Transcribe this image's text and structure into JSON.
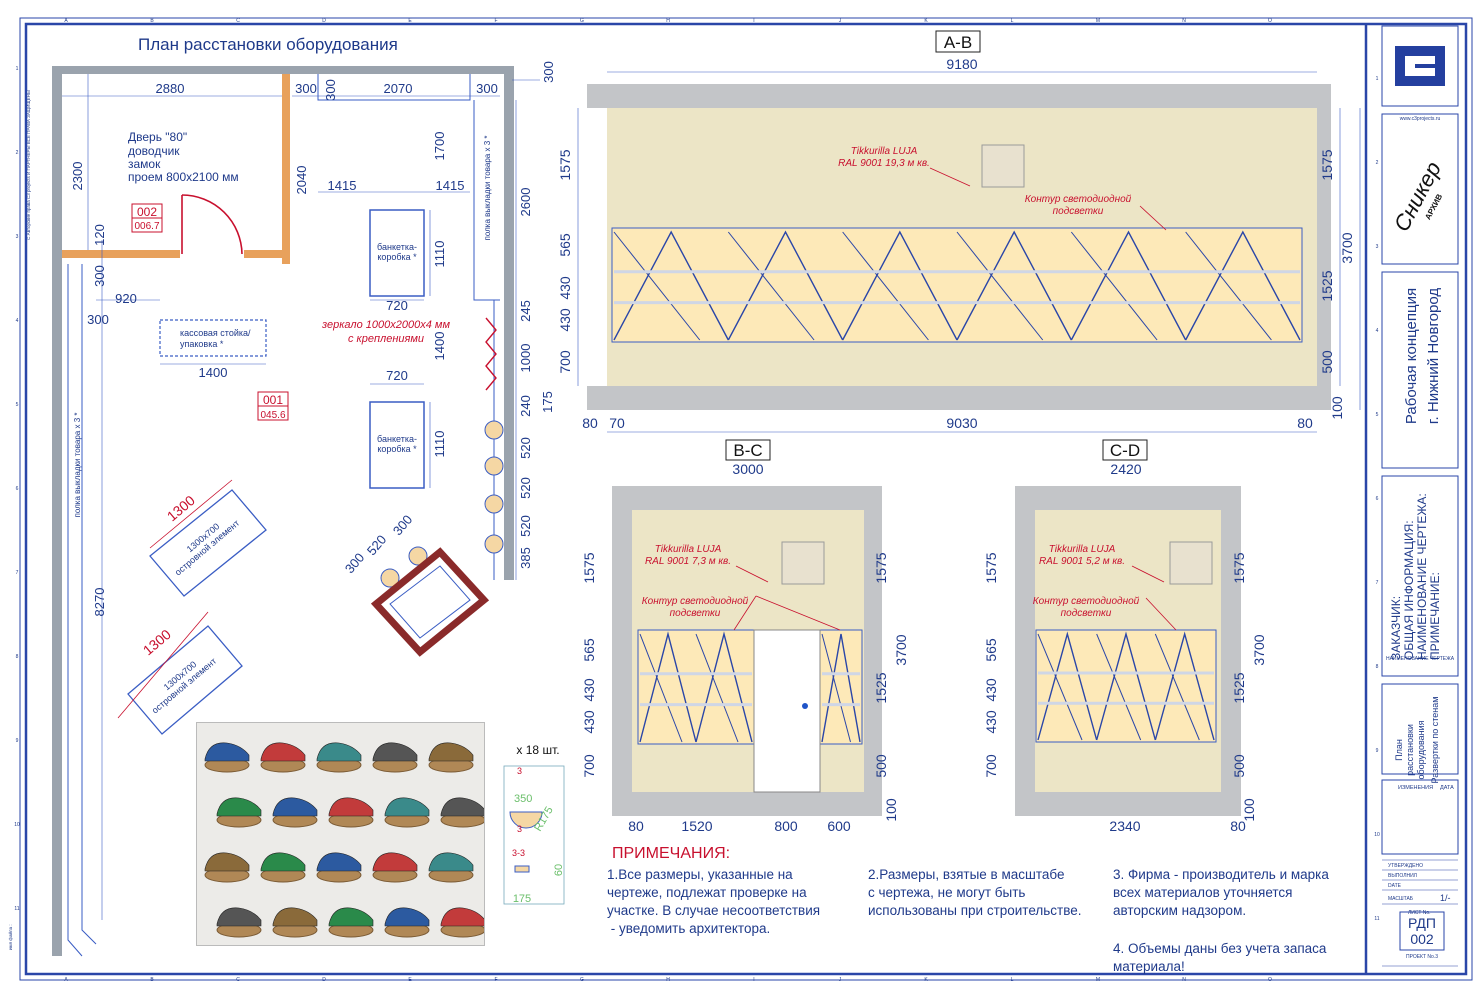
{
  "plan": {
    "title": "План расстановки оборудования",
    "dims": {
      "d2880": "2880",
      "d300a": "300",
      "d300b": "300",
      "d2070": "2070",
      "d300c": "300",
      "d300d": "300",
      "d2300": "2300",
      "d1700": "1700",
      "d2040": "2040",
      "d1415a": "1415",
      "d1415b": "1415",
      "d2600": "2600",
      "d120": "120",
      "d300e": "300",
      "d920": "920",
      "d300f": "300",
      "d720a": "720",
      "d1110a": "1110",
      "d245": "245",
      "d1400v": "1400",
      "d1000": "1000",
      "d1400h": "1400",
      "d720b": "720",
      "d175": "175",
      "d240": "240",
      "d1110b": "1110",
      "d520a": "520",
      "d520b": "520",
      "d520c": "520",
      "d385": "385",
      "d300g": "300",
      "d520d": "520",
      "d300h": "300",
      "d8270": "8270",
      "d1300a": "1300",
      "d1300b": "1300"
    },
    "door_text": [
      "Дверь \"80\"",
      "доводчик",
      "замок",
      "проем 800х2100 мм"
    ],
    "room_002": {
      "num": "002",
      "area": "006.7"
    },
    "room_001": {
      "num": "001",
      "area": "045.6"
    },
    "cashier": [
      "кассовая стойка/",
      "упаковка *"
    ],
    "bench_a": [
      "банкетка-",
      "коробка *"
    ],
    "bench_b": [
      "банкетка-",
      "коробка *"
    ],
    "mirror": [
      "зеркало 1000х2000х4  мм",
      "с  креплениями"
    ],
    "shelf_right": "полка выкладки товара х 3 *",
    "shelf_left": "полка выкладки товара х 3 *",
    "island_a": [
      "1300х700",
      "островной элемент"
    ],
    "island_b": [
      "1300х700",
      "островной элемент"
    ]
  },
  "shelf_detail": {
    "count": "х 18 шт.",
    "d350": "350",
    "r175": "R175",
    "d60": "60",
    "d175": "175",
    "sec_a": "3",
    "sec_b": "3",
    "sec_c": "3-3"
  },
  "elev_ab": {
    "label": "A-B",
    "d9180": "9180",
    "d1575l": "1575",
    "d565": "565",
    "d430a": "430",
    "d430b": "430",
    "d700": "700",
    "d1575r": "1575",
    "d3700": "3700",
    "d1525": "1525",
    "d500": "500",
    "d100": "100",
    "d80a": "80",
    "d70": "70",
    "d9030": "9030",
    "d80b": "80",
    "paint": [
      "Tikkurilla LUJA",
      "RAL 9001 19,3 м кв."
    ],
    "led": [
      "Контур светодиодной",
      "подсветки"
    ]
  },
  "elev_bc": {
    "label": "B-C",
    "d3000": "3000",
    "d1575l": "1575",
    "d565": "565",
    "d430a": "430",
    "d430b": "430",
    "d700": "700",
    "d1575r": "1575",
    "d3700": "3700",
    "d1525": "1525",
    "d500": "500",
    "d100": "100",
    "d80": "80",
    "d1520": "1520",
    "d800": "800",
    "d600": "600",
    "paint": [
      "Tikkurilla LUJA",
      "RAL 9001 7,3 м кв."
    ],
    "led": [
      "Контур светодиодной",
      "подсветки"
    ]
  },
  "elev_cd": {
    "label": "C-D",
    "d2420": "2420",
    "d1575l": "1575",
    "d565": "565",
    "d430a": "430",
    "d430b": "430",
    "d700": "700",
    "d1575r": "1575",
    "d3700": "3700",
    "d1525": "1525",
    "d500": "500",
    "d100": "100",
    "d2340": "2340",
    "d80": "80",
    "paint": [
      "Tikkurilla LUJA",
      "RAL 9001 5,2 м кв."
    ],
    "led": [
      "Контур светодиодной",
      "подсветки"
    ]
  },
  "notes": {
    "heading": "ПРИМЕЧАНИЯ:",
    "n1": [
      "1.Все размеры, указанные на",
      "чертеже, подлежат проверке на",
      "участке. В случае несоответствия",
      " - уведомить архитектора."
    ],
    "n2": [
      "2.Размеры, взятые в масштабе",
      "с  чертежа, не могут быть",
      "использованы при строительстве."
    ],
    "n3": [
      "3. Фирма - производитель и марка",
      "всех материалов уточняется",
      "авторским надзором."
    ],
    "n4": [
      "4. Объемы даны без учета запаса",
      "материала!"
    ]
  },
  "title_block": {
    "brand": "Сникер",
    "brand_sub": "АРХИВ",
    "site": "www.c3projects.ru",
    "project_title": [
      "Рабочая концепция",
      "г. Нижний Новгород"
    ],
    "info": [
      "ЗАКАЗЧИК:",
      "ОБЩАЯ ИНФОРМАЦИЯ:",
      "НАИМЕНОВАНИЕ ЧЕРТЕЖА:",
      "ПРИМЕЧАНИЕ:"
    ],
    "info_small": "НАИМЕНОВАНИЕ ЧЕРТЕЖА",
    "drawing_name": [
      "План",
      "расстановки",
      "оборудования",
      "Развертки по стенам"
    ],
    "changes": "ИЗМЕНЕНИЯ",
    "date_col": "ДАТА",
    "rows": [
      "УТВЕРЖДЕНО",
      "ВЫПОЛНИЛ",
      "DATE",
      "МАСШТАБ"
    ],
    "scale": "1/-",
    "sheet_label": "ЛИСТ No.",
    "sheet_code": [
      "РДП",
      "002"
    ],
    "project_label": "ПРОЕКТ No.3"
  },
  "side_text": "С Авторские права С3 projects И ПАРТНЕРЫ ВСЕ ПРАВА ЗАЩИЩЕНЫ",
  "file_label": "имя файла :",
  "grid_letters": [
    "A",
    "B",
    "C",
    "D",
    "E",
    "F",
    "G",
    "H",
    "I",
    "J",
    "K",
    "L",
    "M",
    "N",
    "O"
  ],
  "grid_numbers": [
    "1",
    "2",
    "3",
    "4",
    "5",
    "6",
    "7",
    "8",
    "9",
    "10",
    "11"
  ]
}
